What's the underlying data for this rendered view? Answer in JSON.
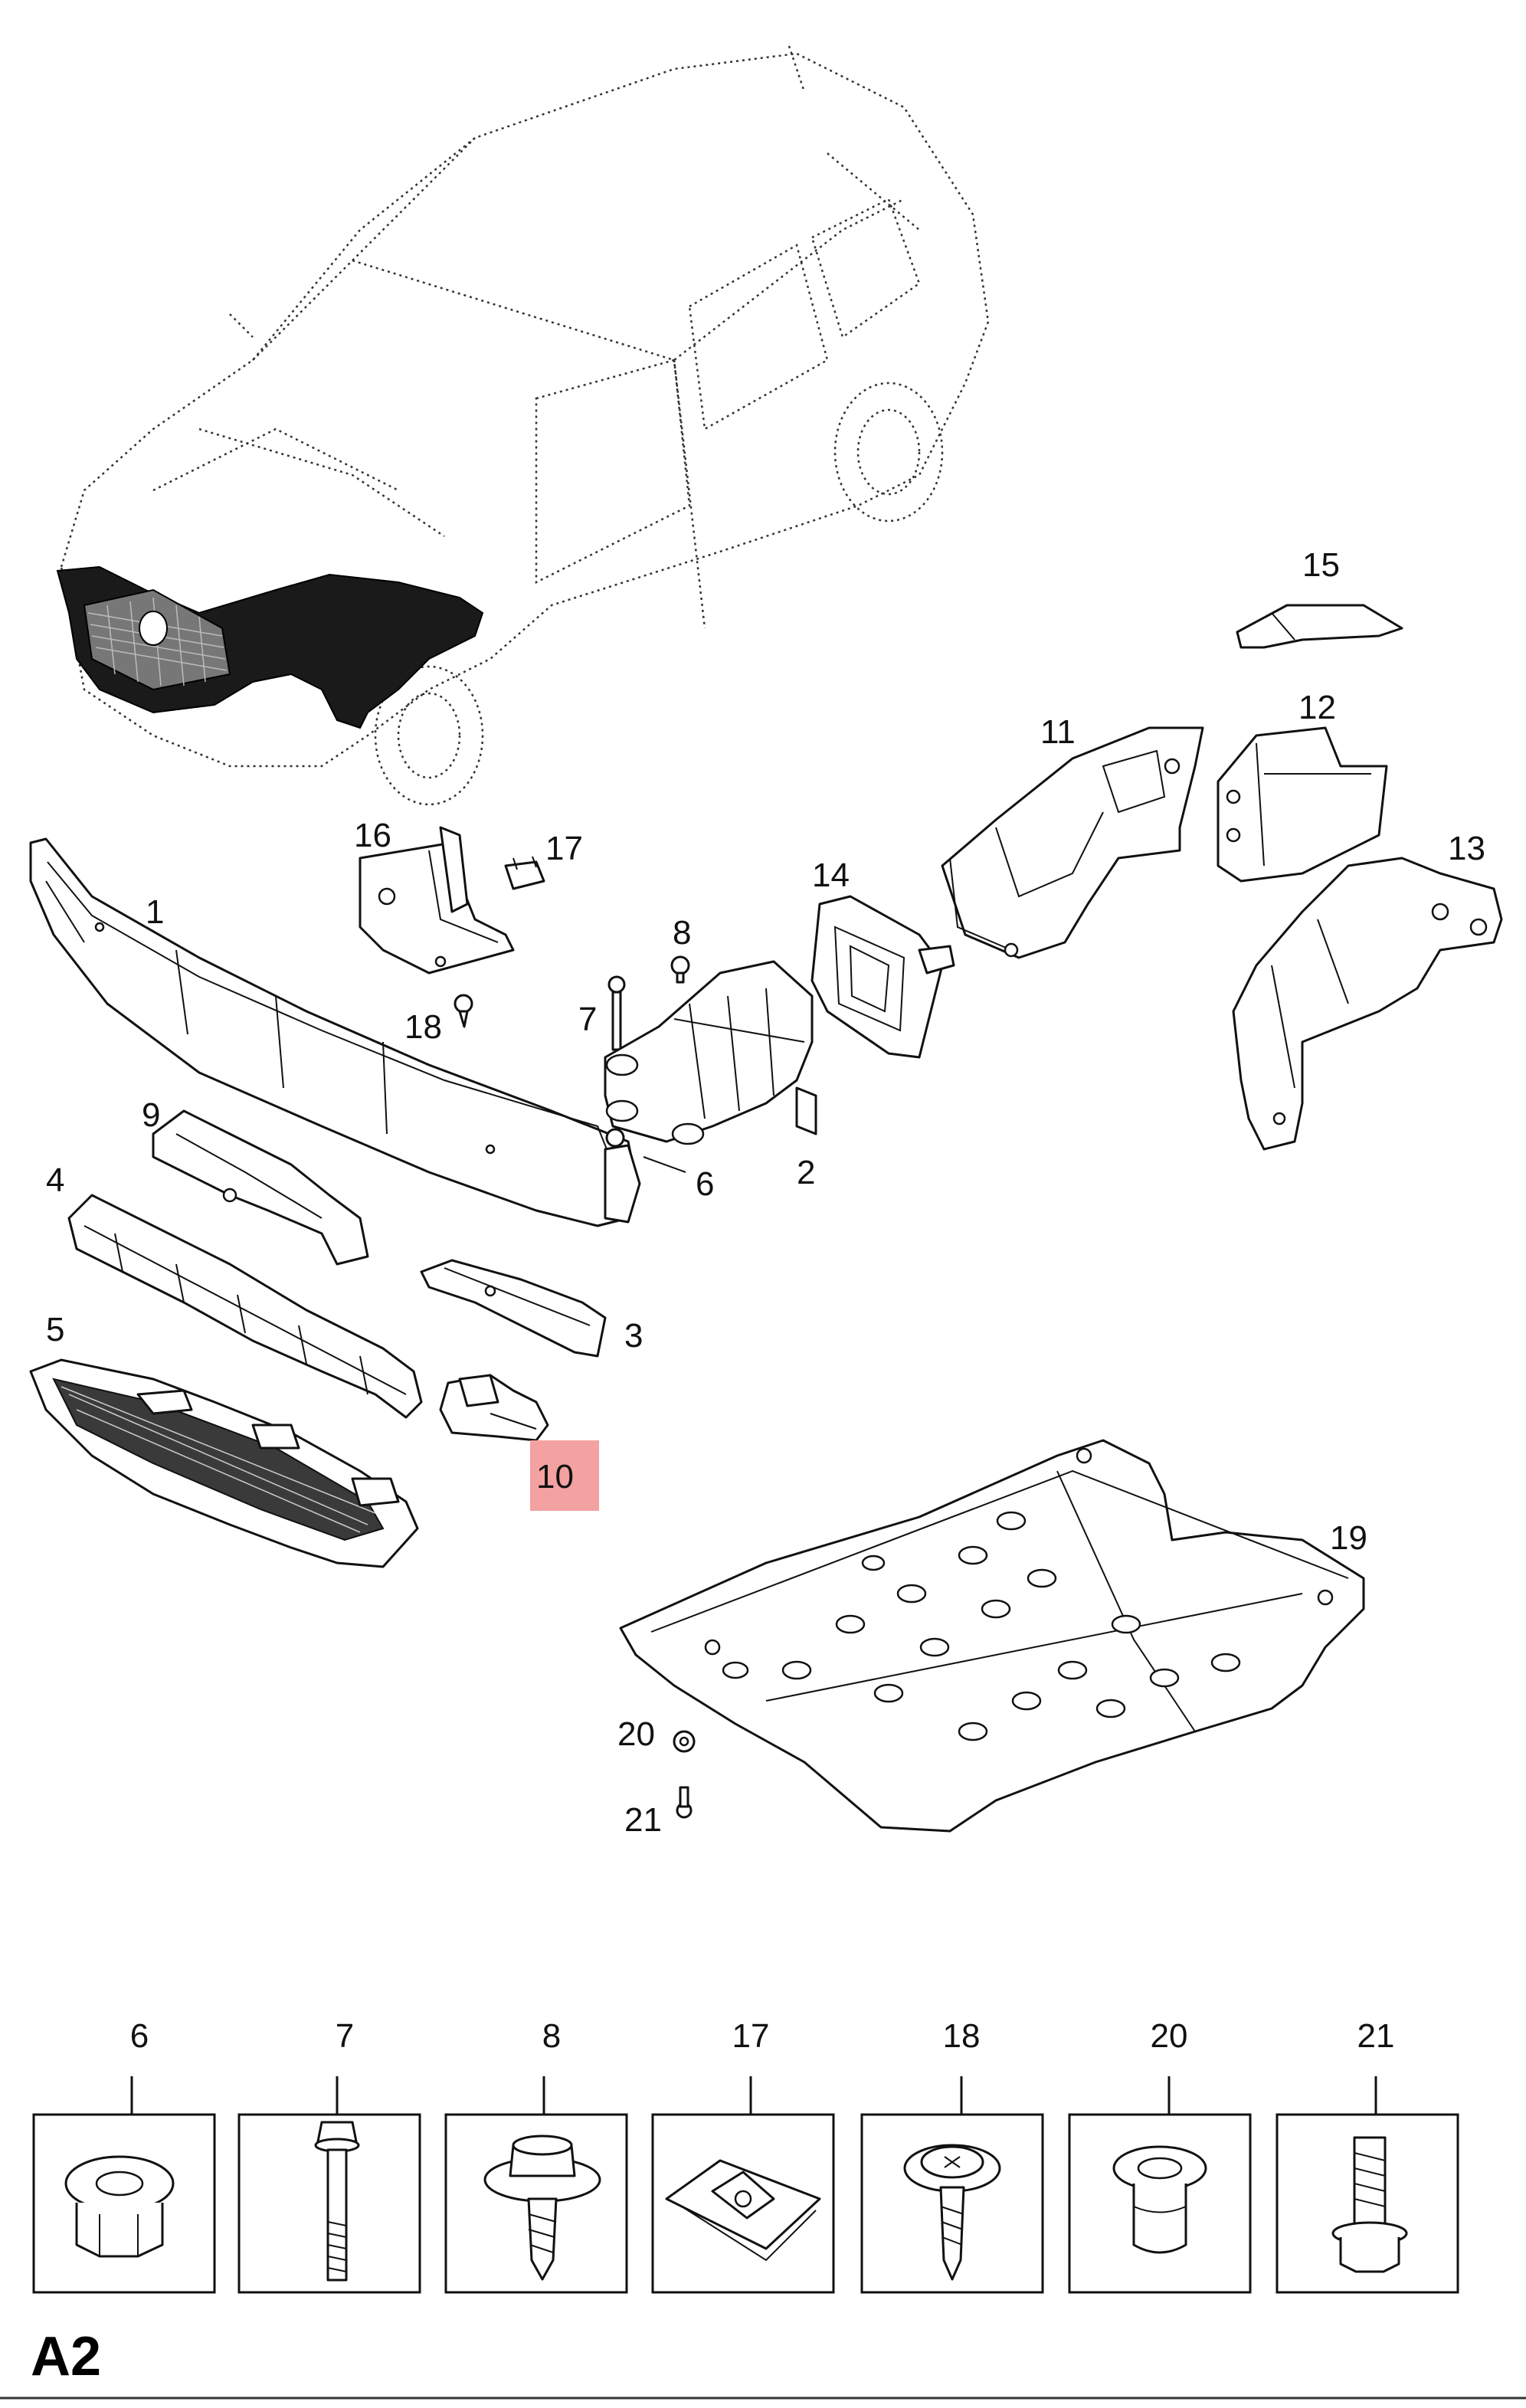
{
  "page_code": "A2",
  "callouts": {
    "c1": "1",
    "c2": "2",
    "c3": "3",
    "c4": "4",
    "c5": "5",
    "c6": "6",
    "c7": "7",
    "c8": "8",
    "c9": "9",
    "c10": "10",
    "c11": "11",
    "c12": "12",
    "c13": "13",
    "c14": "14",
    "c15": "15",
    "c16": "16",
    "c17": "17",
    "c18": "18",
    "c19": "19",
    "c20": "20",
    "c21": "21"
  },
  "highlighted_callout": "10",
  "highlight_color": "#f4a1a1",
  "fastener_tiles": [
    "6",
    "7",
    "8",
    "17",
    "18",
    "20",
    "21"
  ]
}
